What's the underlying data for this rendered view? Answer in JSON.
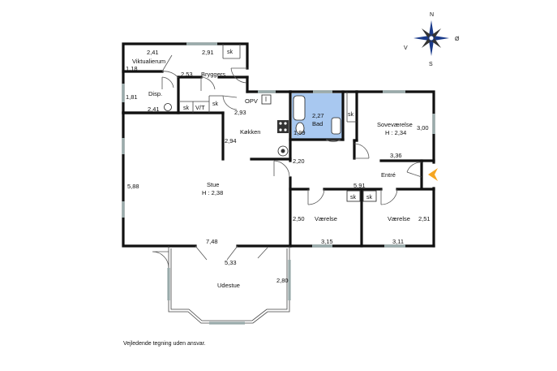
{
  "rooms": {
    "viktualierum": "Viktualierum",
    "bryggers": "Bryggers",
    "disp": "Disp.",
    "koekken": "Køkken",
    "opv": "OPV",
    "bad": "Bad",
    "sovevaerelse": "Soveværelse",
    "sovevaerelse_h": "H : 2,34",
    "entre": "Entré",
    "stue": "Stue",
    "stue_h": "H : 2,38",
    "vaerelse1": "Værelse",
    "vaerelse2": "Værelse",
    "udestue": "Udestue",
    "vt": "V/T"
  },
  "closets": {
    "sk_bryggers": "sk",
    "sk_disp": "sk",
    "sk_koekken": "sk",
    "sk_bad": "sk",
    "sk_v1": "sk",
    "sk_v2": "sk"
  },
  "dimensions": {
    "d_2_41_top": "2,41",
    "d_1_18": "1,18",
    "d_2_91": "2,91",
    "d_2_53": "2,53",
    "d_1_81": "1,81",
    "d_2_41_disp": "2,41",
    "d_2_93": "2,93",
    "d_2_27": "2,27",
    "d_1_99": "1,99",
    "d_3_00": "3,00",
    "d_3_36": "3,36",
    "d_2_94": "2,94",
    "d_2_20": "2,20",
    "d_5_88": "5,88",
    "d_5_91": "5,91",
    "d_2_50": "2,50",
    "d_2_51": "2,51",
    "d_3_15": "3,15",
    "d_3_11": "3,11",
    "d_7_48": "7,48",
    "d_5_33": "5,33",
    "d_2_80": "2,80"
  },
  "compass": {
    "n": "N",
    "o": "Ø",
    "s": "S",
    "v": "V"
  },
  "disclaimer": "Vejledende tegning uden ansvar.",
  "colors": {
    "bath_fill": "#a8c8f0",
    "entrance_arrow": "#f5a623",
    "window": "#9aa9aa"
  }
}
